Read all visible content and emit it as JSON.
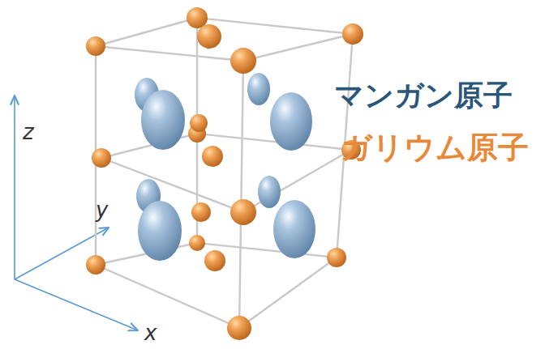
{
  "diagram": {
    "labels": [
      "z",
      "y",
      "x",
      "マンガン原子",
      "ガリウム原子"
    ]
  }
}
